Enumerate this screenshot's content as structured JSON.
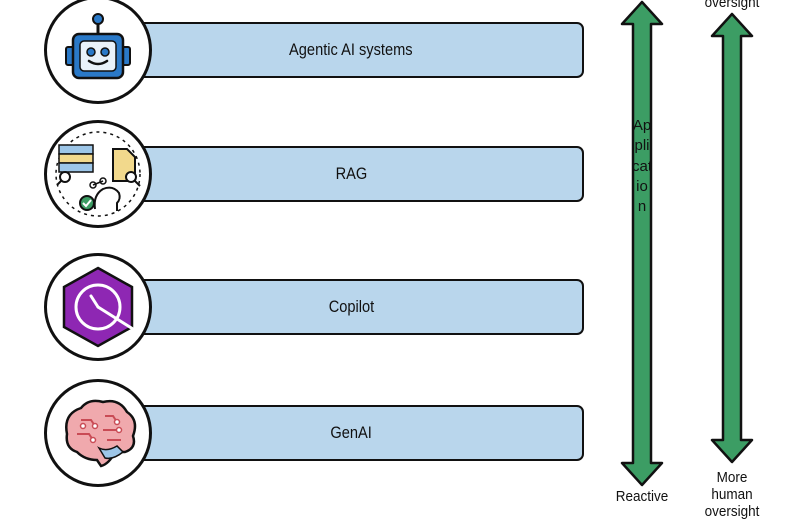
{
  "levels": [
    {
      "label": "Agentic AI systems",
      "icon": "robot-icon"
    },
    {
      "label": "RAG",
      "icon": "retrieval-icon"
    },
    {
      "label": "Copilot",
      "icon": "copilot-icon"
    },
    {
      "label": "GenAI",
      "icon": "brain-icon"
    }
  ],
  "left_arrow": {
    "label": "Application",
    "bottom_label": "Reactive"
  },
  "right_arrow": {
    "top_label": "oversight",
    "bottom_label": "More human oversight"
  },
  "colors": {
    "bar_fill": "#b9d6ec",
    "arrow_fill": "#3c9d64",
    "outline": "#111111",
    "copilot_purple": "#8e27b3"
  }
}
